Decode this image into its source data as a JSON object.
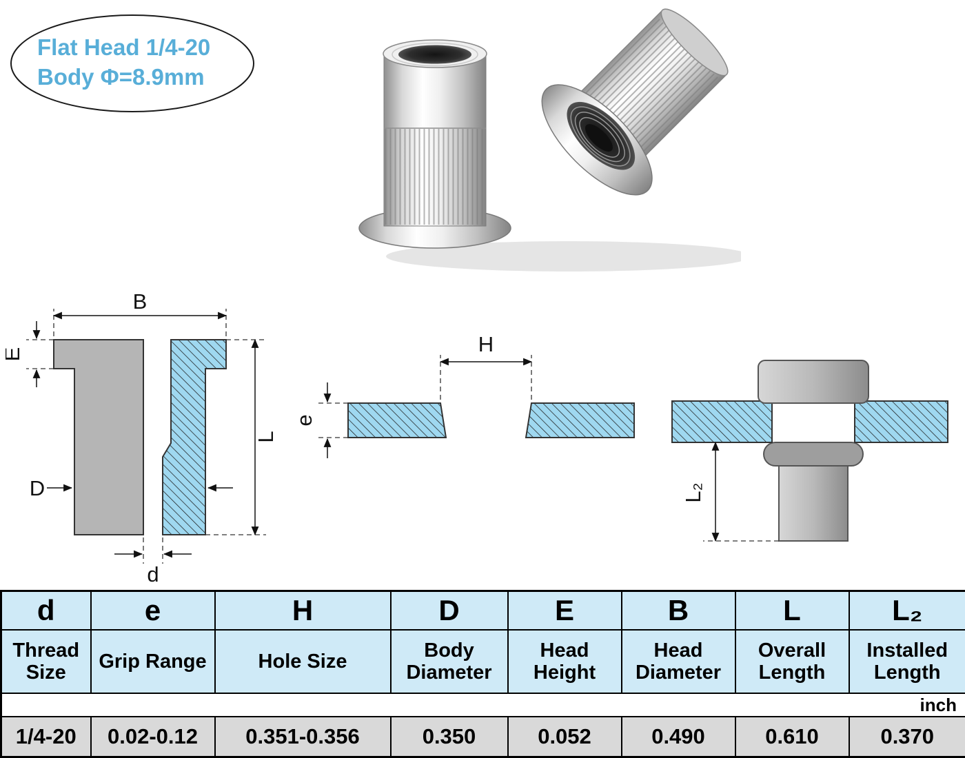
{
  "badge": {
    "line1": "Flat Head 1/4-20",
    "line2": "Body Φ=8.9mm"
  },
  "dim_labels": {
    "B": "B",
    "E": "E",
    "D": "D",
    "L": "L",
    "d": "d",
    "H": "H",
    "e": "e",
    "L2": "L₂"
  },
  "table": {
    "unit_label": "inch",
    "columns": [
      {
        "symbol": "d",
        "label": "Thread Size",
        "value": "1/4-20"
      },
      {
        "symbol": "e",
        "label": "Grip Range",
        "value": "0.02-0.12"
      },
      {
        "symbol": "H",
        "label": "Hole Size",
        "value": "0.351-0.356"
      },
      {
        "symbol": "D",
        "label": "Body Diameter",
        "value": "0.350"
      },
      {
        "symbol": "E",
        "label": "Head Height",
        "value": "0.052"
      },
      {
        "symbol": "B",
        "label": "Head Diameter",
        "value": "0.490"
      },
      {
        "symbol": "L",
        "label": "Overall Length",
        "value": "0.610"
      },
      {
        "symbol": "L₂",
        "label": "Installed Length",
        "value": "0.370"
      }
    ]
  },
  "colors": {
    "accent_text": "#58aed8",
    "hatch_fill": "#9fd8f0",
    "header_bg": "#cfeaf7",
    "value_row_bg": "#d9d9d9"
  }
}
